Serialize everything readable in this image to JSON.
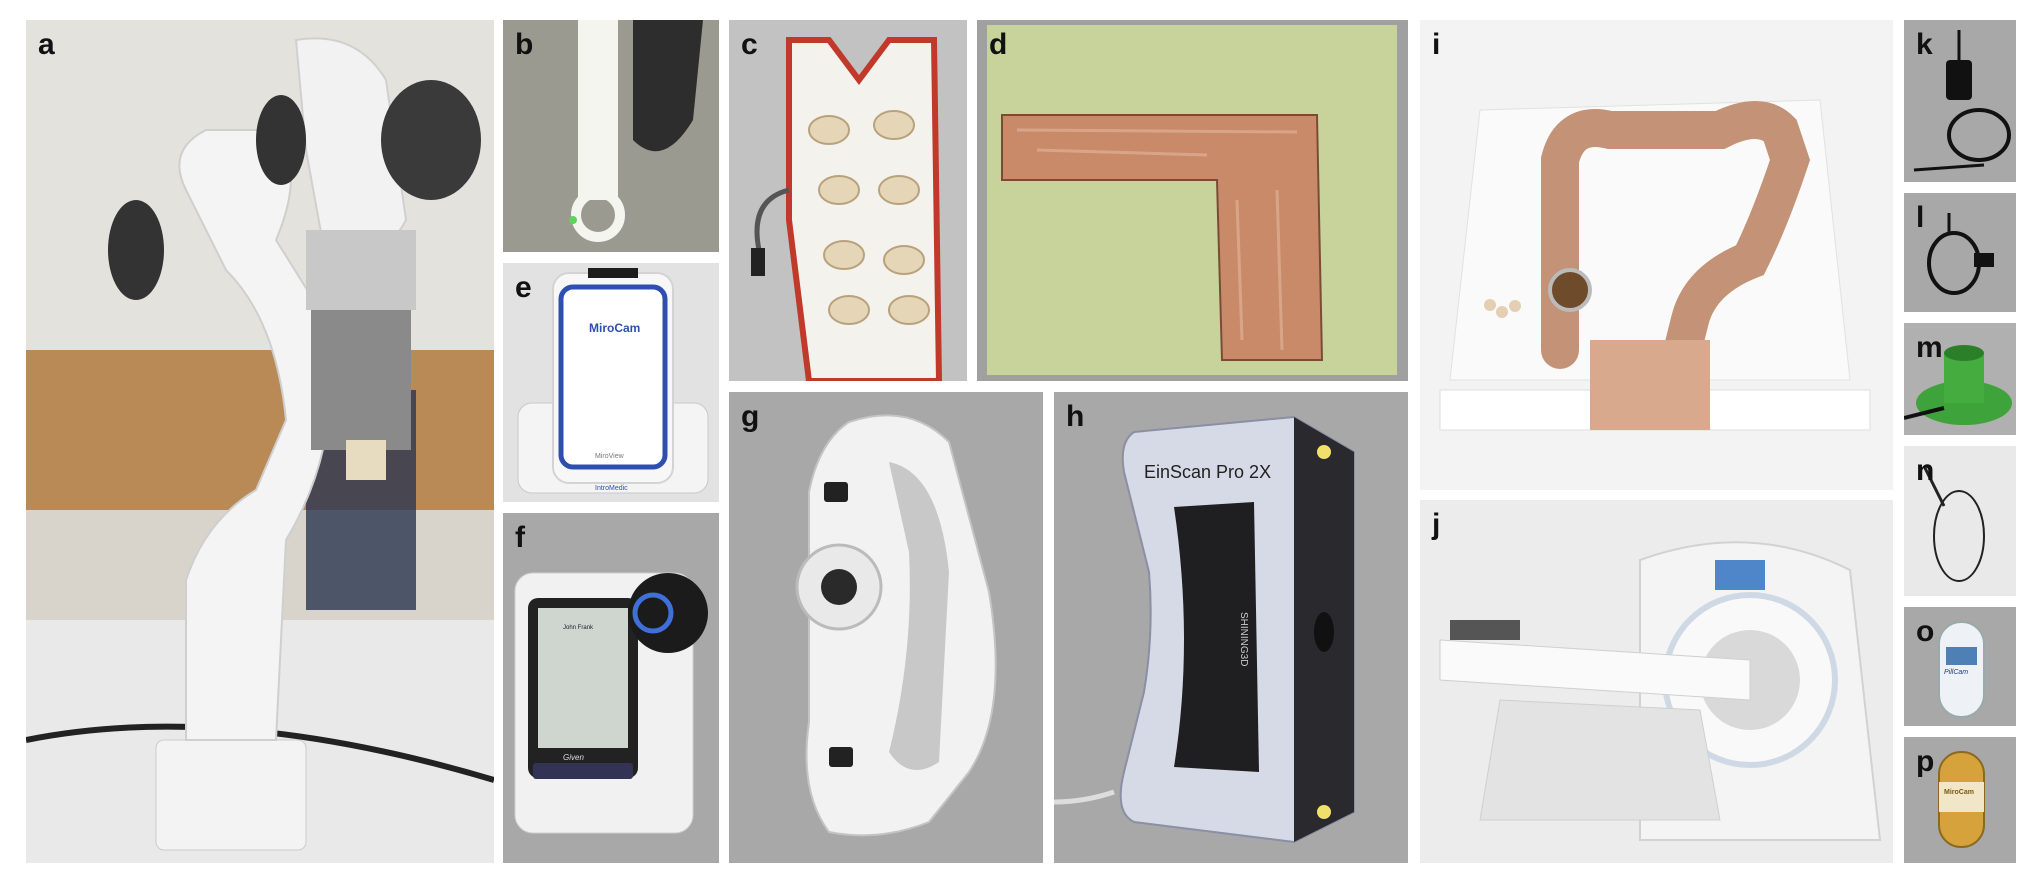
{
  "panels": [
    {
      "letter": "a",
      "description": "robotic-arm"
    },
    {
      "letter": "b",
      "description": "capsule-holder"
    },
    {
      "letter": "c",
      "description": "sensor-vest"
    },
    {
      "letter": "d",
      "description": "tissue-sample-board"
    },
    {
      "letter": "e",
      "description": "capsule-recorder"
    },
    {
      "letter": "f",
      "description": "handheld-recorder"
    },
    {
      "letter": "g",
      "description": "handheld-3d-scanner"
    },
    {
      "letter": "h",
      "description": "einscan-3d-scanner"
    },
    {
      "letter": "i",
      "description": "colon-phantom-model"
    },
    {
      "letter": "j",
      "description": "ct-scanner"
    },
    {
      "letter": "k",
      "description": "endoscope-cable"
    },
    {
      "letter": "l",
      "description": "probe-cable"
    },
    {
      "letter": "m",
      "description": "green-magnet-holder"
    },
    {
      "letter": "n",
      "description": "coiled-cable"
    },
    {
      "letter": "o",
      "description": "capsule-endoscope-1"
    },
    {
      "letter": "p",
      "description": "capsule-endoscope-2"
    }
  ],
  "labels": {
    "mirocam_brand_e": "MiroCam",
    "mirocam_device_e": "MiroView",
    "mirocam_base_e": "IntroMedic",
    "pillcam_name_f": "John Frank",
    "pillcam_brand_f": "Given",
    "einscan_model_h": "EinScan Pro 2X",
    "einscan_brand_h": "SHINING3D",
    "pillcam_capsule_o": "PillCam",
    "mirocam_capsule_p": "MiroCam"
  },
  "colors": {
    "panel_grey": "#a8a8a8",
    "board_green": "#c7d39a",
    "tissue_color": "#c98a6a",
    "holder_green": "#3fa33b",
    "capsule_gold": "#d6a23b"
  }
}
